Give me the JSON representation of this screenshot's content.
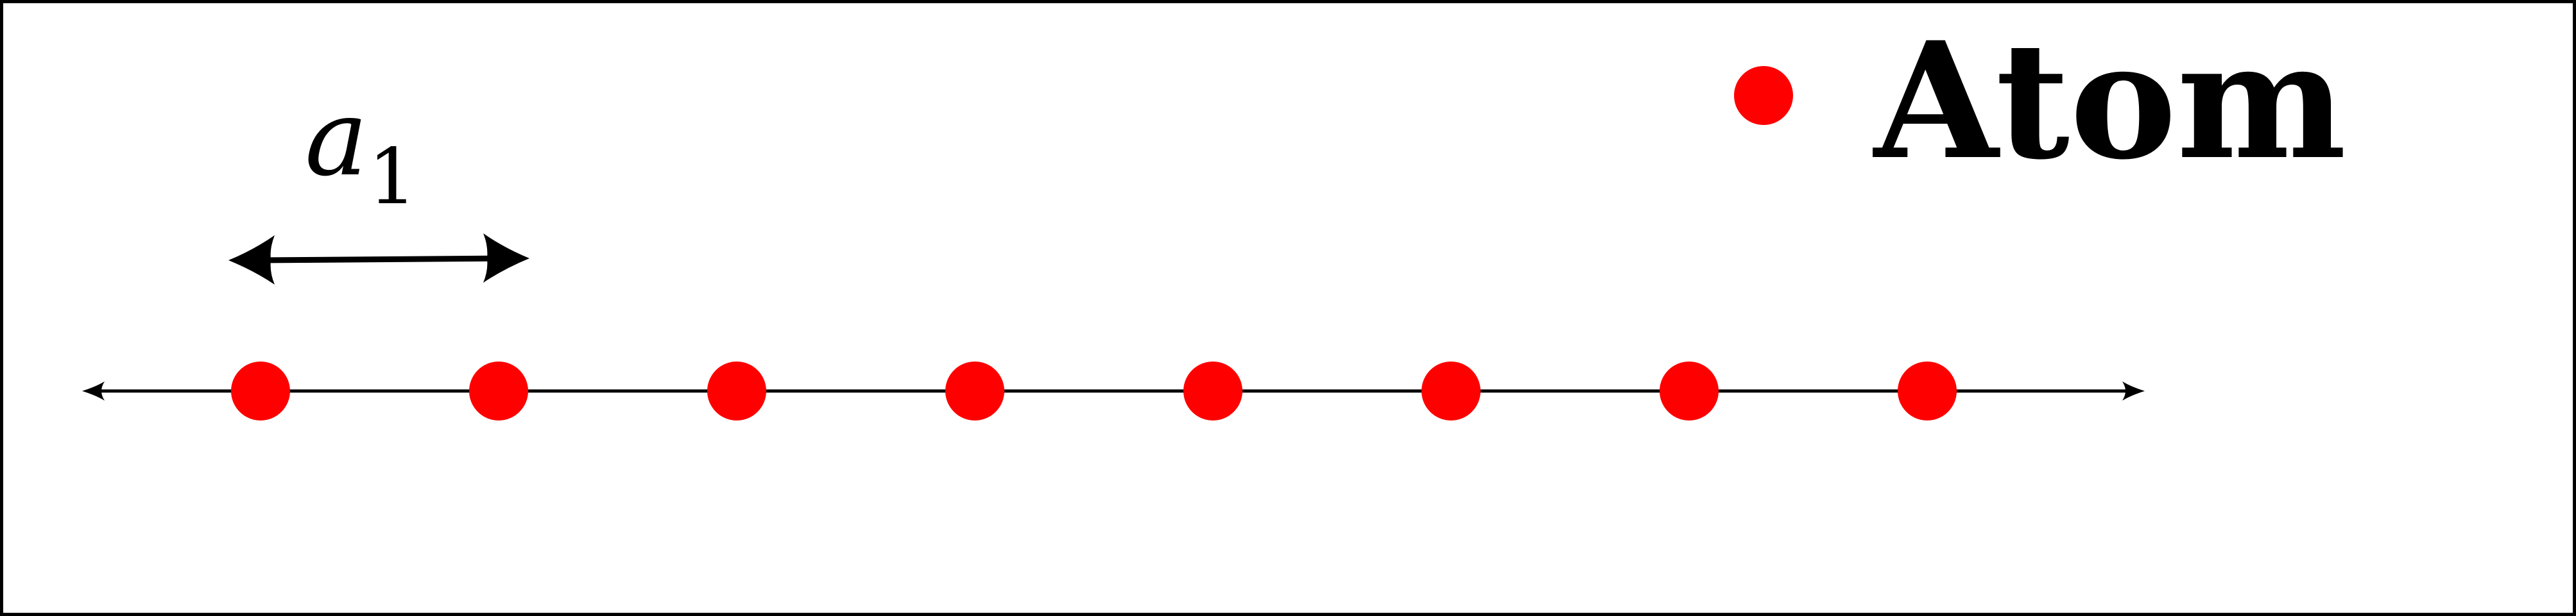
{
  "lattice": {
    "atom_count": 8,
    "spacing_label_main": "a",
    "spacing_label_sub": "1"
  },
  "legend": {
    "label": "Atom"
  },
  "colors": {
    "atom": "#ff0000",
    "line": "#000000",
    "border": "#000000",
    "background": "#ffffff"
  }
}
